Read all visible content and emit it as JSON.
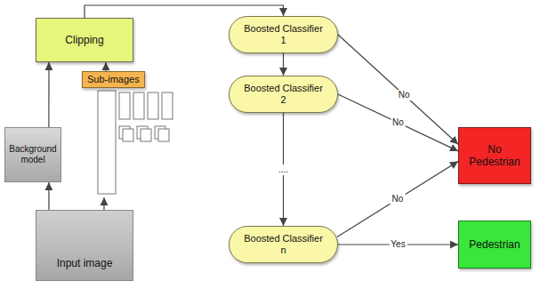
{
  "diagram": {
    "nodes": [
      {
        "text": [
          "Clipping"
        ]
      },
      {
        "text": [
          "Background model"
        ]
      },
      {
        "text": [
          "Sub-images"
        ]
      },
      {
        "text": [
          "Input image"
        ]
      },
      {
        "text": [
          "Boosted Classifier 1"
        ]
      },
      {
        "text": [
          "Boosted Classifier 2"
        ]
      },
      {
        "text": [
          "Boosted Classifier n"
        ]
      },
      {
        "text": [
          "No Pedestrian"
        ]
      },
      {
        "text": [
          "Pedestrian"
        ]
      }
    ],
    "edges": [
      {
        "from": 3,
        "to": 1,
        "arrow": "to"
      },
      {
        "from": 3,
        "to": 2,
        "arrow": "to"
      },
      {
        "from": 1,
        "to": 0,
        "arrow": "to"
      },
      {
        "from": 2,
        "to": 0,
        "arrow": "to"
      },
      {
        "from": 0,
        "to": 4,
        "arrow": "to"
      },
      {
        "from": 4,
        "to": 5,
        "arrow": "to"
      },
      {
        "from": 5,
        "to": 6,
        "label": "....",
        "arrow": "to"
      },
      {
        "from": 4,
        "to": 7,
        "label": "No",
        "arrow": "to"
      },
      {
        "from": 5,
        "to": 7,
        "label": "No",
        "arrow": "to"
      },
      {
        "from": 6,
        "to": 7,
        "label": "No",
        "arrow": "to"
      },
      {
        "from": 6,
        "to": 8,
        "label": "Yes",
        "arrow": "to"
      }
    ]
  }
}
